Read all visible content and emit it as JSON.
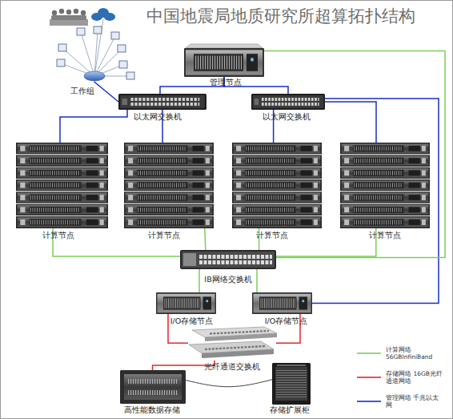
{
  "diagram": {
    "title": "中国地震局地质研究所超算拓扑结构",
    "nodes": [
      {
        "text": [
          "工作组"
        ]
      },
      {
        "text": [
          "管理节点"
        ]
      },
      {
        "text": [
          "以太网交换机"
        ]
      },
      {
        "text": [
          "以太网交换机"
        ]
      },
      {
        "text": [
          "计算节点"
        ]
      },
      {
        "text": [
          "计算节点"
        ]
      },
      {
        "text": [
          "计算节点"
        ]
      },
      {
        "text": [
          "计算节点"
        ]
      },
      {
        "text": [
          "IB网络交换机"
        ]
      },
      {
        "text": [
          "I/O存储节点"
        ]
      },
      {
        "text": [
          "I/O存储节点"
        ]
      },
      {
        "text": [
          "光纤通道交换机"
        ]
      },
      {
        "text": [
          "高性能数据存储"
        ]
      },
      {
        "text": [
          "存储扩展柜"
        ]
      }
    ],
    "edges": [
      {
        "from": 0,
        "to": 2,
        "arrow": "none"
      },
      {
        "from": 1,
        "to": 2,
        "arrow": "none"
      },
      {
        "from": 1,
        "to": 3,
        "arrow": "none"
      },
      {
        "from": 2,
        "to": 4,
        "arrow": "none"
      },
      {
        "from": 2,
        "to": 5,
        "arrow": "none"
      },
      {
        "from": 3,
        "to": 6,
        "arrow": "none"
      },
      {
        "from": 3,
        "to": 7,
        "arrow": "none"
      },
      {
        "from": 3,
        "to": 10,
        "arrow": "none"
      },
      {
        "from": 1,
        "to": 8,
        "arrow": "none"
      },
      {
        "from": 4,
        "to": 8,
        "arrow": "none"
      },
      {
        "from": 5,
        "to": 8,
        "arrow": "none"
      },
      {
        "from": 6,
        "to": 8,
        "arrow": "none"
      },
      {
        "from": 7,
        "to": 8,
        "arrow": "none"
      },
      {
        "from": 8,
        "to": 9,
        "arrow": "none"
      },
      {
        "from": 8,
        "to": 10,
        "arrow": "none"
      },
      {
        "from": 9,
        "to": 11,
        "arrow": "none"
      },
      {
        "from": 10,
        "to": 11,
        "arrow": "none"
      },
      {
        "from": 11,
        "to": 12,
        "arrow": "none"
      },
      {
        "from": 12,
        "to": 13,
        "arrow": "none"
      }
    ],
    "legend": [
      {
        "text": "计算网络 56GBInfiniBand"
      },
      {
        "text": "存储网络 16GB光纤通道网络"
      },
      {
        "text": "管理网络 千兆以太网"
      }
    ]
  }
}
